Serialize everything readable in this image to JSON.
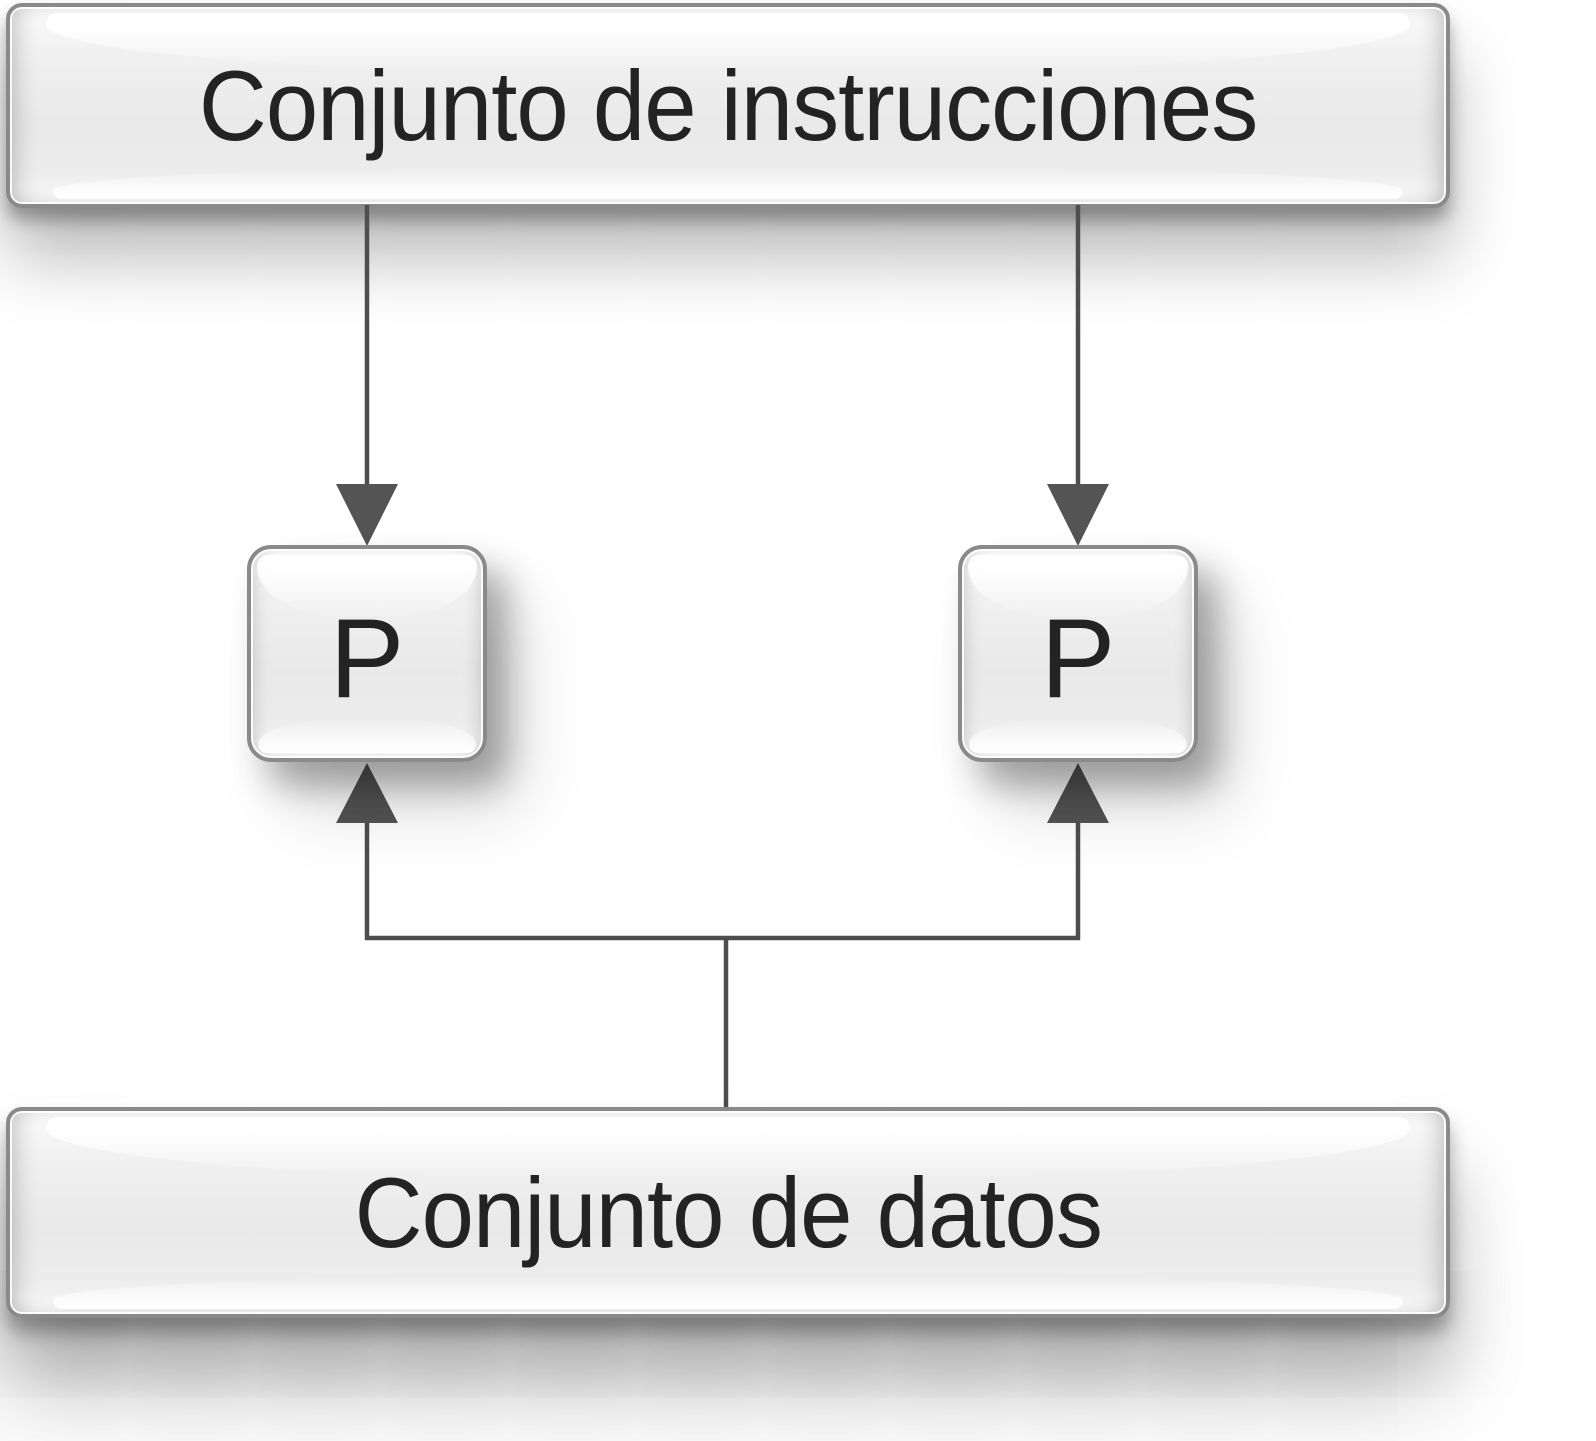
{
  "diagram": {
    "type": "architecture-flow",
    "nodes": {
      "instruction_set": {
        "label": "Conjunto de instrucciones"
      },
      "processor_left": {
        "label": "P"
      },
      "processor_right": {
        "label": "P"
      },
      "data_set": {
        "label": "Conjunto de datos"
      }
    },
    "connections": [
      {
        "from": "instruction_set",
        "to": "processor_left",
        "direction": "down"
      },
      {
        "from": "instruction_set",
        "to": "processor_right",
        "direction": "down"
      },
      {
        "from": "data_set",
        "to": "processor_left",
        "direction": "up"
      },
      {
        "from": "data_set",
        "to": "processor_right",
        "direction": "up"
      }
    ]
  },
  "colors": {
    "line": "#4e4e4e",
    "arrowhead": "#545454",
    "node_border": "#8a8a8a",
    "node_fill": "#eeeeee",
    "text": "#232323",
    "background": "#ffffff"
  }
}
